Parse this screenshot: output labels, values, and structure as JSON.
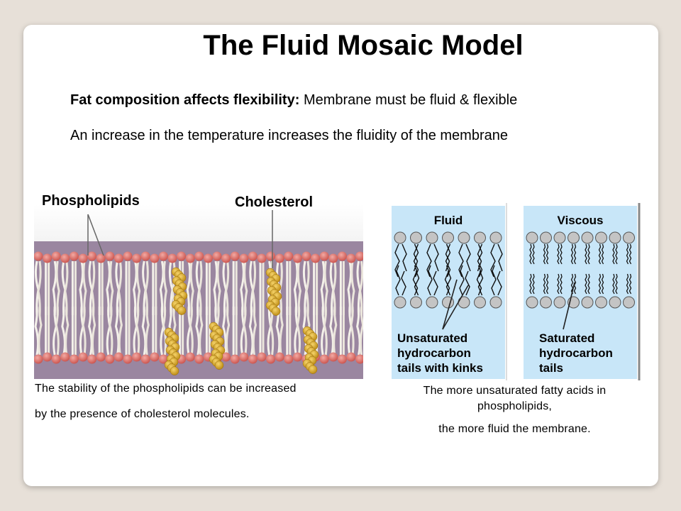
{
  "title": "The Fluid Mosaic Model",
  "line1_bold": "Fat composition affects flexibility:",
  "line1_rest": " Membrane must be fluid & flexible",
  "line2": "An increase in the temperature increases the fluidity of the membrane",
  "left_figure": {
    "label_phospholipids": "Phospholipids",
    "label_cholesterol": "Cholesterol",
    "caption_line1": "The stability of the phospholipids can be increased",
    "caption_line2": "by the presence of cholesterol molecules."
  },
  "right_figure": {
    "fluid_title": "Fluid",
    "viscous_title": "Viscous",
    "fluid_note": [
      "Unsaturated",
      "hydrocarbon",
      "tails with kinks"
    ],
    "viscous_note": [
      "Saturated",
      "hydrocarbon",
      "tails"
    ],
    "caption_line1": "The more unsaturated fatty acids in",
    "caption_line2": "phospholipids,",
    "caption_line3": "the more fluid the membrane."
  },
  "colors": {
    "panel_blue": "#c8e6f8",
    "head_red": "#e07a74",
    "cholesterol_gold": "#d9a520"
  }
}
